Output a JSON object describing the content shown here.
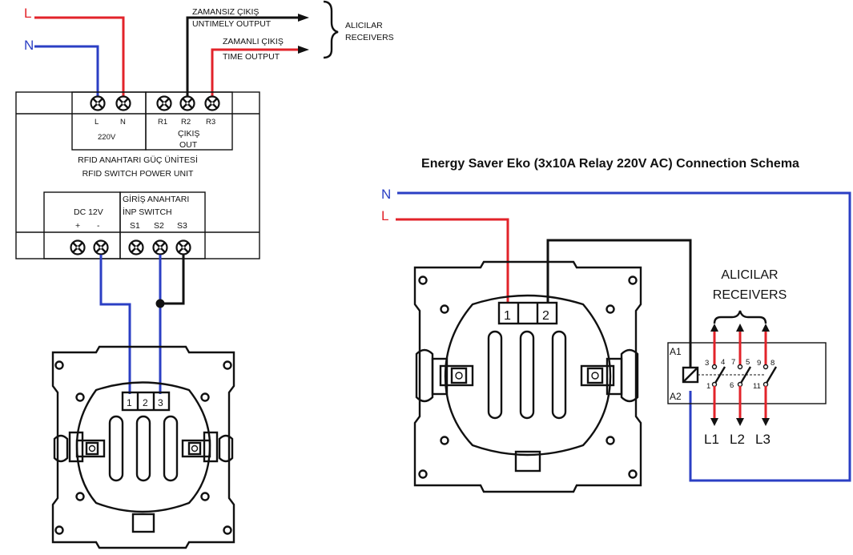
{
  "outputs": {
    "untimely_tr": "ZAMANSIZ ÇIKIŞ",
    "untimely_en": "UNTIMELY OUTPUT",
    "timed_tr": "ZAMANLI ÇIKIŞ",
    "timed_en": "TIME OUTPUT",
    "receivers_tr": "ALICILAR",
    "receivers_en": "RECEIVERS"
  },
  "supply": {
    "l": "L",
    "n": "N"
  },
  "power_unit": {
    "term_l": "L",
    "term_n": "N",
    "voltage": "220V",
    "term_r1": "R1",
    "term_r2": "R2",
    "term_r3": "R3",
    "out_tr": "ÇIKIŞ",
    "out_en": "OUT",
    "name_tr": "RFID ANAHTARI GÜÇ ÜNİTESİ",
    "name_en": "RFID SWITCH POWER UNIT",
    "dc_label": "DC 12V",
    "dc_plus": "+",
    "dc_minus": "-",
    "inp_tr": "GİRİŞ ANAHTARI",
    "inp_en": "İNP SWITCH",
    "term_s1": "S1",
    "term_s2": "S2",
    "term_s3": "S3"
  },
  "switch_left": {
    "t1": "1",
    "t2": "2",
    "t3": "3"
  },
  "schema": {
    "title": "Energy Saver Eko (3x10A Relay 220V AC) Connection Schema",
    "n": "N",
    "l": "L",
    "t1": "1",
    "t2": "2",
    "receivers_tr": "ALICILAR",
    "receivers_en": "RECEIVERS",
    "a1": "A1",
    "a2": "A2",
    "c3": "3",
    "c4": "4",
    "c7": "7",
    "c5": "5",
    "c9": "9",
    "c8": "8",
    "c1": "1",
    "c6": "6",
    "c11": "11",
    "l1": "L1",
    "l2": "L2",
    "l3": "L3"
  },
  "colors": {
    "live": "#e2232a",
    "neutral": "#2b3fc4",
    "signal": "#111111"
  }
}
